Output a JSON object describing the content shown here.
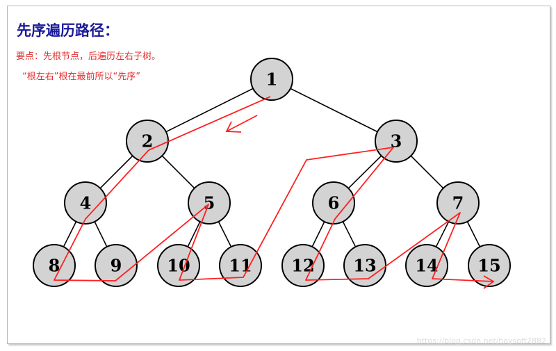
{
  "title": "先序遍历路径：",
  "notes": [
    "要点：先根节点，后遍历左右子树。",
    "“根左右”根在最前所以“先序”"
  ],
  "nodes": [
    "1",
    "2",
    "3",
    "4",
    "5",
    "6",
    "7",
    "8",
    "9",
    "10",
    "11",
    "12",
    "13",
    "14",
    "15"
  ],
  "edges": [
    [
      1,
      2
    ],
    [
      1,
      3
    ],
    [
      2,
      4
    ],
    [
      2,
      5
    ],
    [
      3,
      6
    ],
    [
      3,
      7
    ],
    [
      4,
      8
    ],
    [
      4,
      9
    ],
    [
      5,
      10
    ],
    [
      5,
      11
    ],
    [
      6,
      12
    ],
    [
      6,
      13
    ],
    [
      7,
      14
    ],
    [
      7,
      15
    ]
  ],
  "colors": {
    "node_fill": "#d3d3d3",
    "path": "#ff2020",
    "title": "#1a1a9a",
    "notes": "#e23030"
  },
  "watermark": "https://blog.csdn.net/hoysoft2882"
}
